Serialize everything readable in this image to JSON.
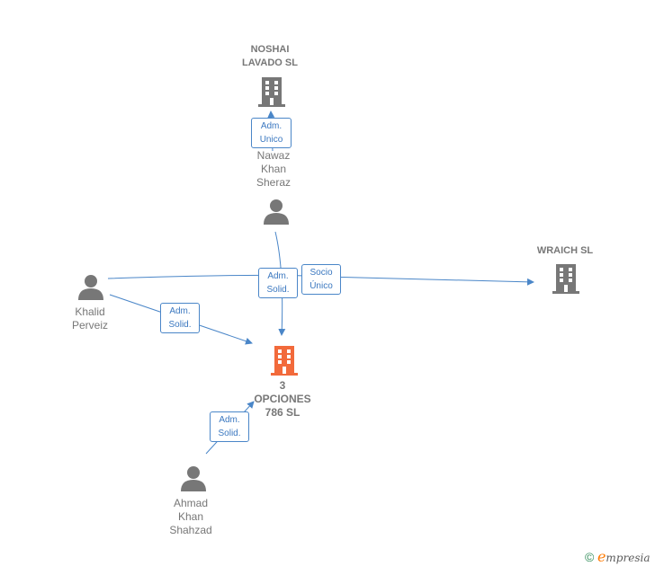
{
  "nodes": {
    "noshai": {
      "lines": [
        "NOSHAI",
        "LAVADO  SL"
      ]
    },
    "nawaz": {
      "lines": [
        "Nawaz",
        "Khan",
        "Sheraz"
      ]
    },
    "wraich": {
      "lines": [
        "WRAICH  SL"
      ]
    },
    "khalid": {
      "lines": [
        "Khalid",
        "Perveiz"
      ]
    },
    "opciones": {
      "lines": [
        "3",
        "OPCIONES",
        "786  SL"
      ]
    },
    "ahmad": {
      "lines": [
        "Ahmad",
        "Khan",
        "Shahzad"
      ]
    }
  },
  "edge_labels": {
    "nawaz_noshai": [
      "Adm.",
      "Unico"
    ],
    "nawaz_opciones": [
      "Adm.",
      "Solid."
    ],
    "nawaz_wraich": [
      "Socio",
      "Único"
    ],
    "khalid_opciones": [
      "Adm.",
      "Solid."
    ],
    "ahmad_opciones": [
      "Adm.",
      "Solid."
    ]
  },
  "colors": {
    "edge": "#4a86c8",
    "company_icon": "#777777",
    "focus_company_icon": "#f26a3b",
    "person_icon": "#777777"
  },
  "watermark": {
    "symbol": "©",
    "brand_initial": "e",
    "brand_rest": "mpresia"
  }
}
